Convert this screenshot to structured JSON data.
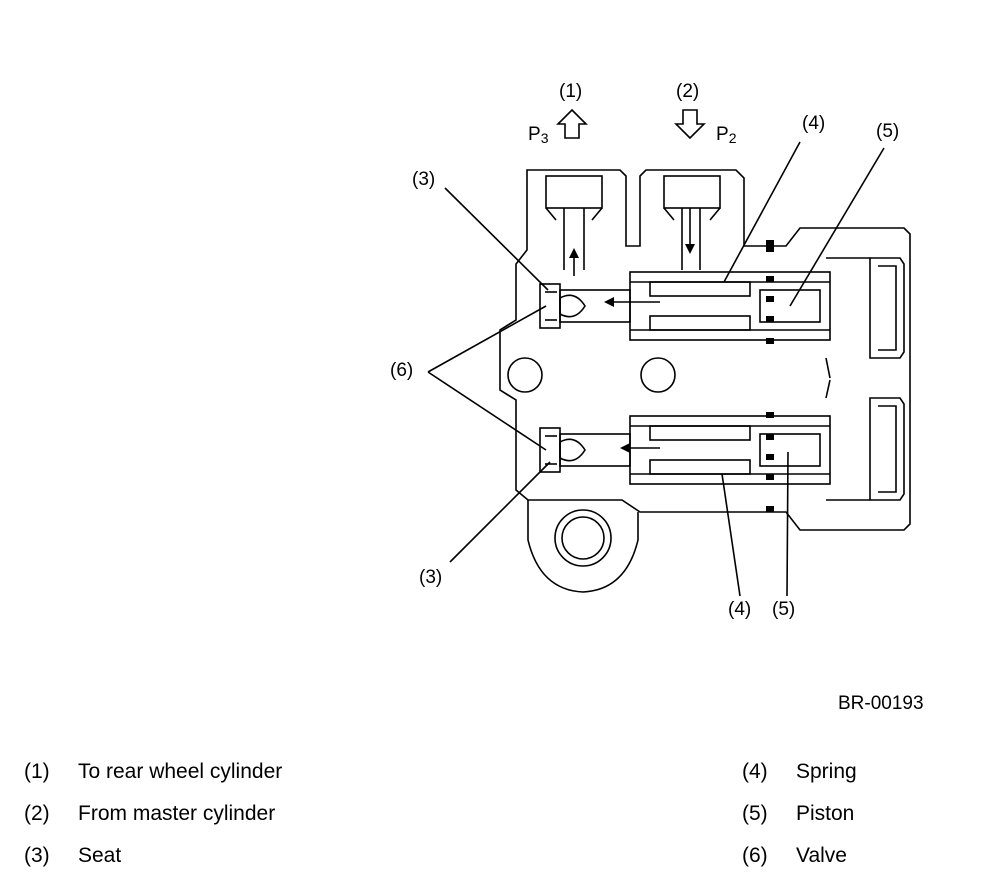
{
  "callouts": {
    "c1": "(1)",
    "c2": "(2)",
    "c3_top": "(3)",
    "c3_bottom": "(3)",
    "c4_top": "(4)",
    "c4_bottom": "(4)",
    "c5_top": "(5)",
    "c5_bottom": "(5)",
    "c6": "(6)"
  },
  "pressure": {
    "p3": "P",
    "p3_sub": "3",
    "p2": "P",
    "p2_sub": "2"
  },
  "figure_ref": "BR-00193",
  "legend": {
    "left": [
      {
        "num": "(1)",
        "text": "To rear wheel cylinder"
      },
      {
        "num": "(2)",
        "text": "From master cylinder"
      },
      {
        "num": "(3)",
        "text": "Seat"
      }
    ],
    "right": [
      {
        "num": "(4)",
        "text": "Spring"
      },
      {
        "num": "(5)",
        "text": "Piston"
      },
      {
        "num": "(6)",
        "text": "Valve"
      }
    ]
  },
  "icons": {
    "arrow_out": "up-arrow-icon",
    "arrow_in": "down-arrow-icon"
  }
}
